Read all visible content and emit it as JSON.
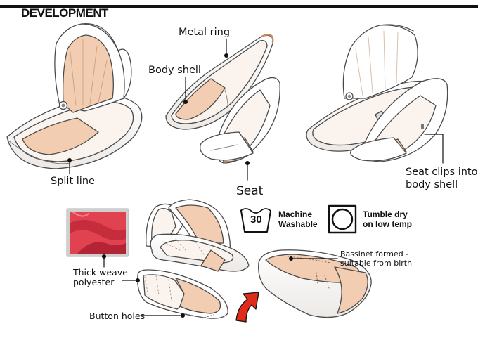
{
  "heading": "DEVELOPMENT",
  "labels": {
    "metal_ring": "Metal ring",
    "body_shell": "Body shell",
    "split_line": "Split line",
    "seat": "Seat",
    "seat_clips_line1": "Seat clips into",
    "seat_clips_line2": "body shell",
    "thick_weave_line1": "Thick weave",
    "thick_weave_line2": "polyester",
    "button_holes": "Button holes",
    "bassinet_line1": "Bassinet formed -",
    "bassinet_line2": "suitable from birth"
  },
  "care": {
    "wash_temp": "30",
    "wash_line1": "Machine",
    "wash_line2": "Washable",
    "dry_line1": "Tumble dry",
    "dry_line2": "on low temp"
  },
  "colors": {
    "fabric_peach": "#f3cdb2",
    "fabric_pink": "#e0424f",
    "arrow_red": "#e02a1a",
    "outline": "#4a4a4a"
  }
}
